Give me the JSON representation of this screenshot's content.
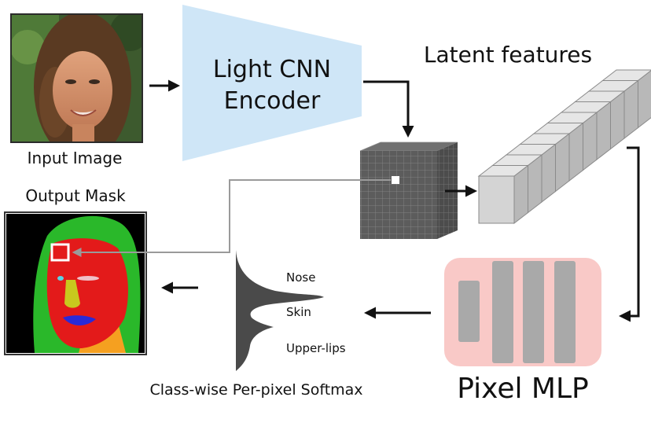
{
  "labels": {
    "input_image": "Input Image",
    "output_mask": "Output Mask",
    "encoder_line1": "Light CNN",
    "encoder_line2": "Encoder",
    "latent_features": "Latent features",
    "pixel_mlp": "Pixel MLP",
    "softmax": "Class-wise Per-pixel Softmax",
    "class_nose": "Nose",
    "class_skin": "Skin",
    "class_upper_lips": "Upper-lips"
  },
  "colors": {
    "encoder_fill": "#cfe6f7",
    "mlp_bg": "#f9c9c7",
    "mlp_bar": "#a9a9a9",
    "cube": "#5f5f5f",
    "latent_column": "#d4d4d4",
    "softmax_fill": "#4a4a4a",
    "mask_background": "#000000",
    "mask_hair": "#2ab82a",
    "mask_face": "#e31a1a",
    "mask_nose": "#c8c81e",
    "mask_lips": "#2a2ad8",
    "mask_neck": "#f5a020",
    "mask_eye": "#5ad2e6",
    "mask_brow": "#f0c0c8"
  },
  "icons": [
    "arrow-right-icon",
    "arrow-left-icon",
    "arrow-down-icon"
  ]
}
